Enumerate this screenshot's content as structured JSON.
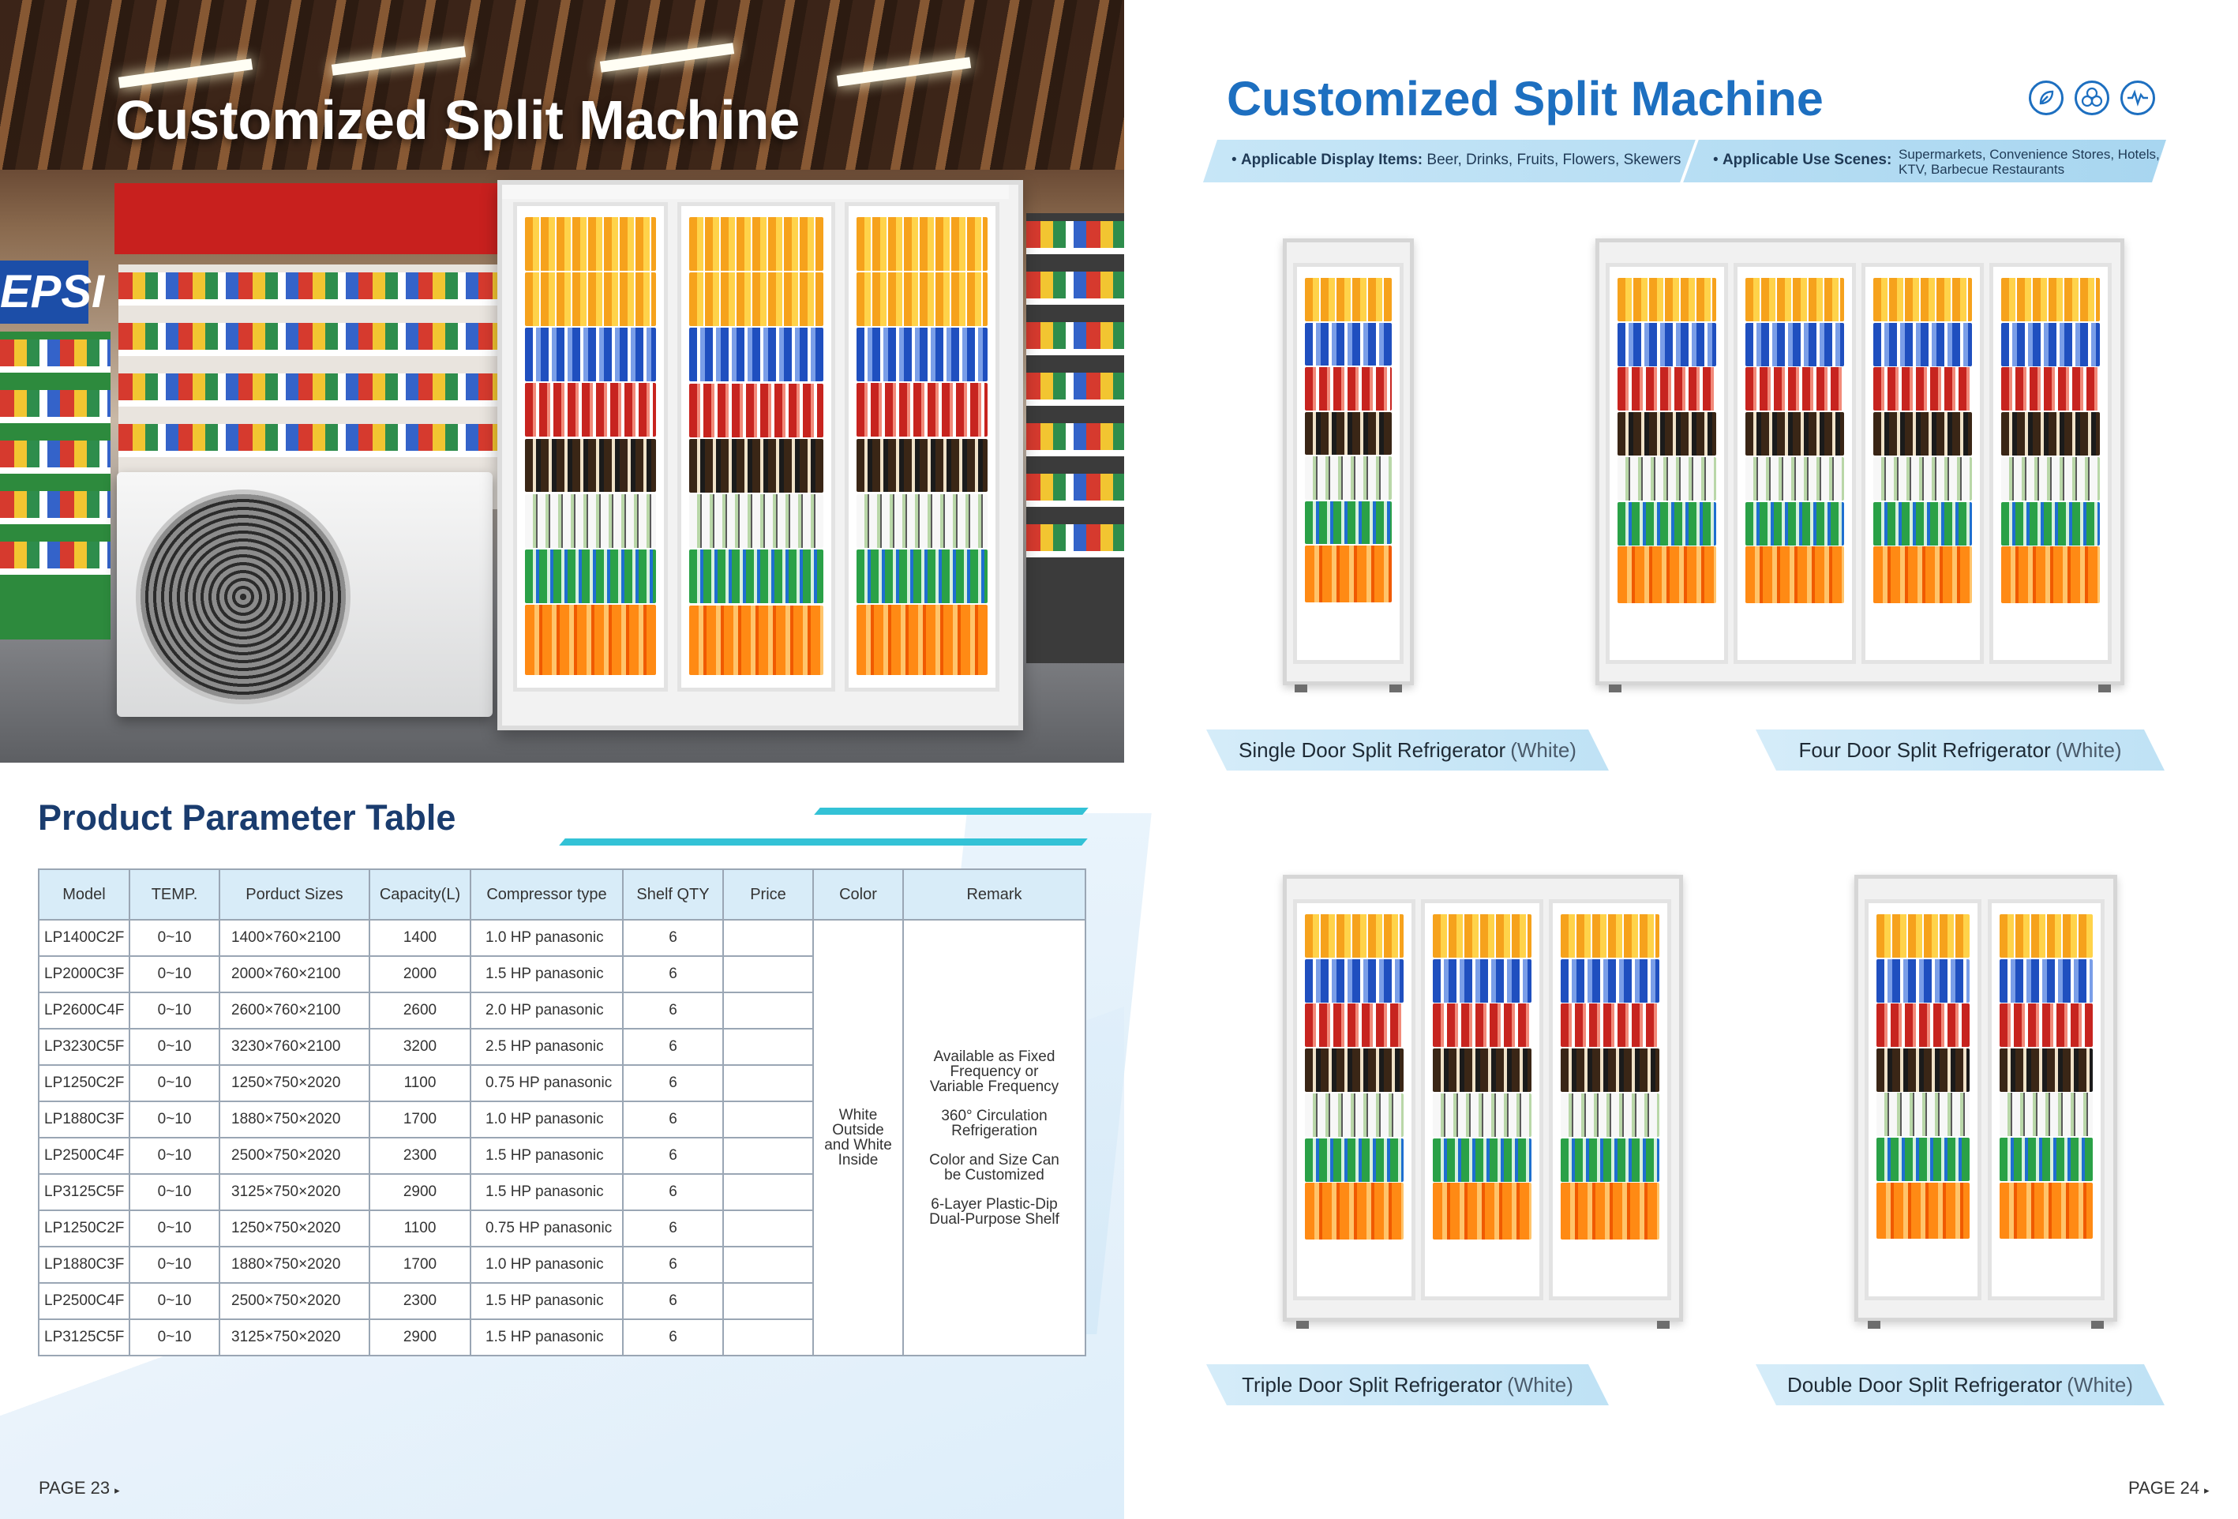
{
  "left_page": {
    "hero_title": "Customized Split Machine",
    "hero_pepsi_text": "EPSI",
    "table_title": "Product Parameter Table",
    "table": {
      "headers": [
        "Model",
        "TEMP.",
        "Porduct Sizes",
        "Capacity(L)",
        "Compressor type",
        "Shelf QTY",
        "Price",
        "Color",
        "Remark"
      ],
      "rows": [
        [
          "LP1400C2F",
          "0~10",
          "1400×760×2100",
          "1400",
          "1.0 HP panasonic",
          "6"
        ],
        [
          "LP2000C3F",
          "0~10",
          "2000×760×2100",
          "2000",
          "1.5 HP panasonic",
          "6"
        ],
        [
          "LP2600C4F",
          "0~10",
          "2600×760×2100",
          "2600",
          "2.0 HP panasonic",
          "6"
        ],
        [
          "LP3230C5F",
          "0~10",
          "3230×760×2100",
          "3200",
          "2.5 HP panasonic",
          "6"
        ],
        [
          "LP1250C2F",
          "0~10",
          "1250×750×2020",
          "1100",
          "0.75 HP panasonic",
          "6"
        ],
        [
          "LP1880C3F",
          "0~10",
          "1880×750×2020",
          "1700",
          "1.0 HP panasonic",
          "6"
        ],
        [
          "LP2500C4F",
          "0~10",
          "2500×750×2020",
          "2300",
          "1.5 HP panasonic",
          "6"
        ],
        [
          "LP3125C5F",
          "0~10",
          "3125×750×2020",
          "2900",
          "1.5 HP panasonic",
          "6"
        ],
        [
          "LP1250C2F",
          "0~10",
          "1250×750×2020",
          "1100",
          "0.75 HP panasonic",
          "6"
        ],
        [
          "LP1880C3F",
          "0~10",
          "1880×750×2020",
          "1700",
          "1.0 HP panasonic",
          "6"
        ],
        [
          "LP2500C4F",
          "0~10",
          "2500×750×2020",
          "2300",
          "1.5 HP panasonic",
          "6"
        ],
        [
          "LP3125C5F",
          "0~10",
          "3125×750×2020",
          "2900",
          "1.5 HP panasonic",
          "6"
        ]
      ],
      "color_cell": [
        "White",
        "Outside",
        "and White",
        "Inside"
      ],
      "remark_cell": [
        [
          "Available as Fixed",
          "Frequency or",
          "Variable Frequency"
        ],
        [
          "360° Circulation",
          "Refrigeration"
        ],
        [
          "Color and Size Can",
          "be Customized"
        ],
        [
          "6-Layer Plastic-Dip",
          "Dual-Purpose Shelf"
        ]
      ]
    },
    "page_number": "PAGE 23",
    "page_arrow": "▸"
  },
  "right_page": {
    "title": "Customized Split Machine",
    "cert_icons": [
      "leaf-icon",
      "fan-icon",
      "wave-icon"
    ],
    "display_items_label": "Applicable Display Items:",
    "display_items_value": "Beer, Drinks, Fruits, Flowers, Skewers",
    "use_scenes_label": "Applicable Use Scenes:",
    "use_scenes_value_line1": "Supermarkets, Convenience Stores, Hotels,",
    "use_scenes_value_line2": "KTV, Barbecue Restaurants",
    "bullet": "•",
    "products": {
      "single": {
        "name": "Single Door Split Refrigerator",
        "color": "(White)"
      },
      "four": {
        "name": "Four Door Split Refrigerator",
        "color": "(White)"
      },
      "triple": {
        "name": "Triple Door Split Refrigerator",
        "color": "(White)"
      },
      "double": {
        "name": "Double Door Split Refrigerator",
        "color": "(White)"
      }
    },
    "page_number": "PAGE 24",
    "page_arrow": "▸"
  },
  "colors": {
    "title_blue": "#1d6fc0",
    "table_title_navy": "#1a3c6e",
    "accent_cyan": "#33c2d6",
    "band_light_blue": "#c7e6f7"
  }
}
